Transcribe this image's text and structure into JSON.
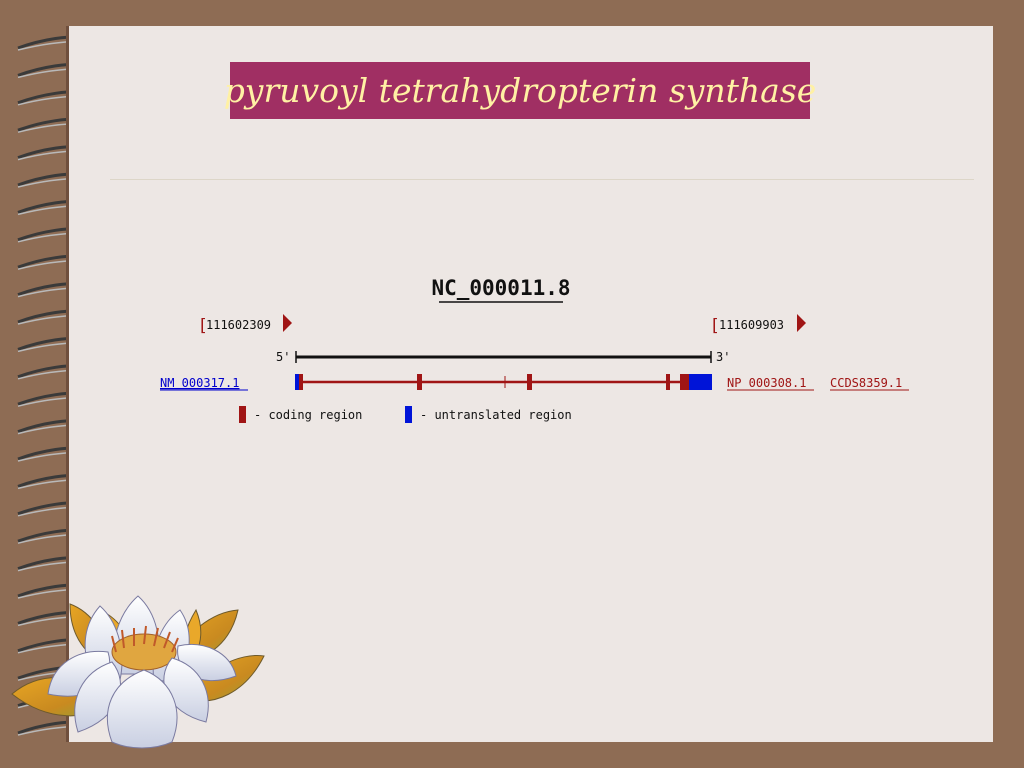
{
  "slide": {
    "title": "pyruvoyl tetrahydropterin synthase",
    "colors": {
      "frame": "#8e6c54",
      "page": "#ede7e4",
      "title_bg": "#a02f63",
      "title_text": "#fff1a4",
      "coding": "#a01515",
      "utr": "#0014d8",
      "link_blue": "#0000cc"
    }
  },
  "gene_map": {
    "accession": "NC_000011.8",
    "start_coord": "111602309",
    "end_coord": "111609903",
    "five_prime": "5'",
    "three_prime": "3'",
    "mrna_link": "NM_000317.1",
    "protein_link": "NP_000308.1",
    "ccds_link": "CCDS8359.1",
    "legend": {
      "coding": "- coding region",
      "utr": "- untranslated region"
    }
  },
  "icons": {
    "spiral": "spiral-binding-icon",
    "flower": "lotus-flower-icon",
    "arrow": "right-arrow-icon"
  }
}
